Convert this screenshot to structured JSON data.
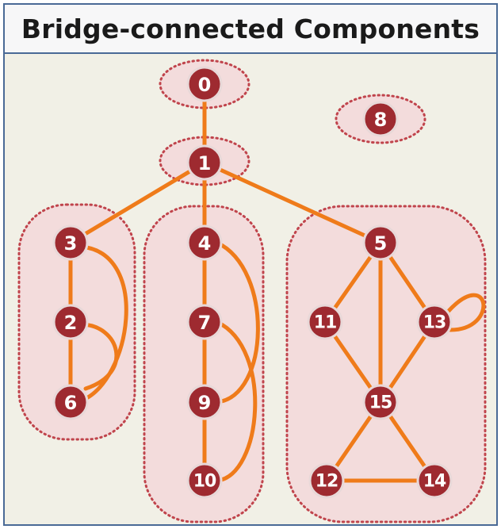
{
  "title": "Bridge-connected Components",
  "colors": {
    "node_fill": "#9e2a30",
    "node_stroke": "#e8d8d8",
    "edge": "#ef7b1a",
    "component_fill": "#f3dcdc",
    "component_border": "#c0444c",
    "frame_border": "#4a6a96",
    "background": "#f1f0e6"
  },
  "graph": {
    "nodes": [
      "0",
      "1",
      "2",
      "3",
      "4",
      "5",
      "6",
      "7",
      "8",
      "9",
      "10",
      "11",
      "12",
      "13",
      "14",
      "15"
    ],
    "edges": [
      [
        "0",
        "1"
      ],
      [
        "1",
        "3"
      ],
      [
        "1",
        "4"
      ],
      [
        "1",
        "5"
      ],
      [
        "3",
        "2"
      ],
      [
        "2",
        "6"
      ],
      [
        "3",
        "6"
      ],
      [
        "2",
        "6"
      ],
      [
        "4",
        "7"
      ],
      [
        "7",
        "9"
      ],
      [
        "9",
        "10"
      ],
      [
        "4",
        "9"
      ],
      [
        "7",
        "10"
      ],
      [
        "5",
        "11"
      ],
      [
        "5",
        "13"
      ],
      [
        "5",
        "15"
      ],
      [
        "11",
        "15"
      ],
      [
        "13",
        "15"
      ],
      [
        "13",
        "13"
      ],
      [
        "15",
        "12"
      ],
      [
        "15",
        "14"
      ],
      [
        "12",
        "14"
      ]
    ],
    "components": [
      [
        "0"
      ],
      [
        "1"
      ],
      [
        "8"
      ],
      [
        "3",
        "2",
        "6"
      ],
      [
        "4",
        "7",
        "9",
        "10"
      ],
      [
        "5",
        "11",
        "13",
        "15",
        "12",
        "14"
      ]
    ]
  }
}
